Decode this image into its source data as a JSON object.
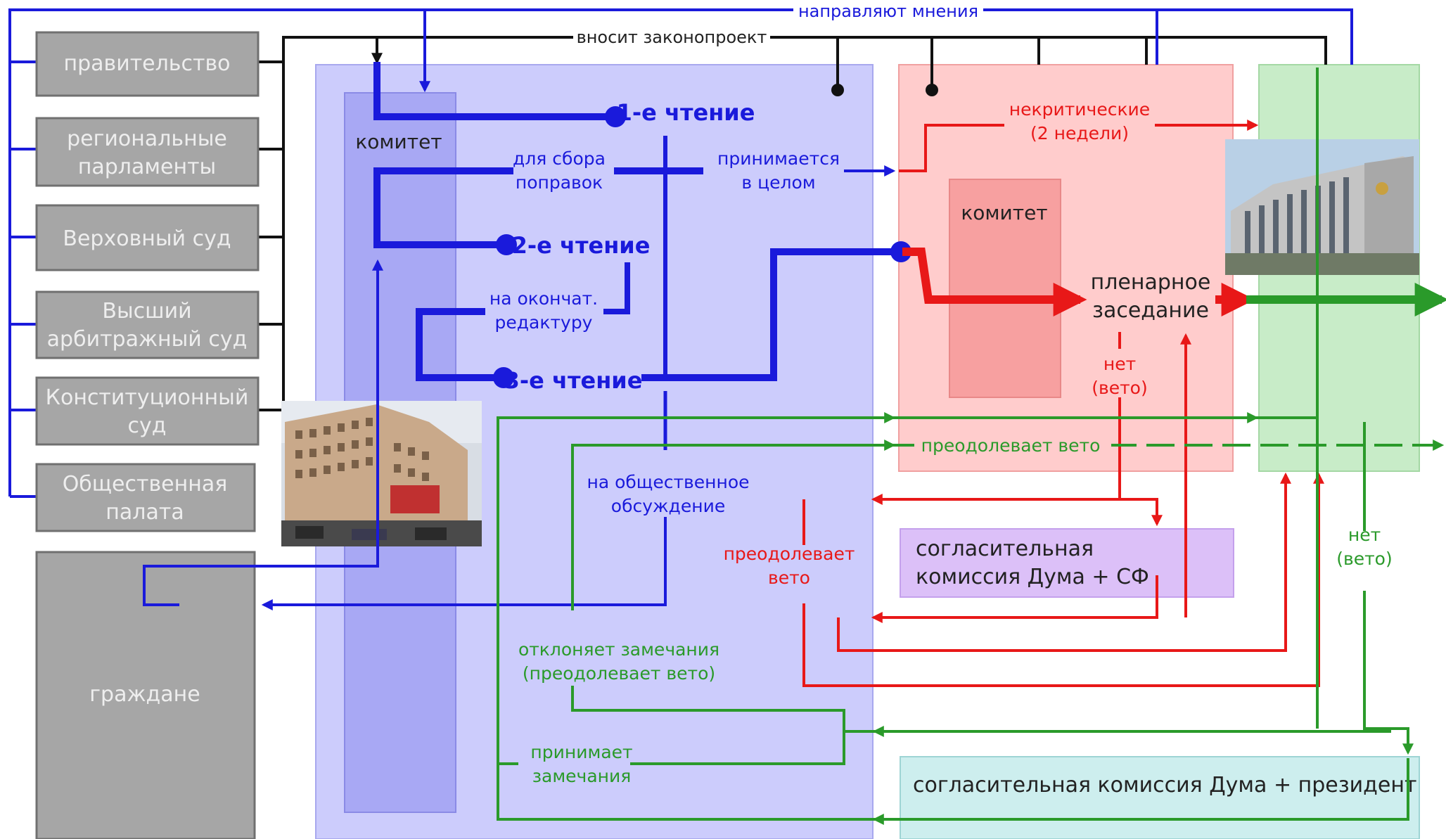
{
  "top_labels": {
    "opinions": "направляют мнения",
    "introduces": "вносит законопроект"
  },
  "subjects": [
    {
      "lines": [
        "правительство"
      ]
    },
    {
      "lines": [
        "региональные",
        "парламенты"
      ]
    },
    {
      "lines": [
        "Верховный суд"
      ]
    },
    {
      "lines": [
        "Высший",
        "арбитражный суд"
      ]
    },
    {
      "lines": [
        "Конституционный",
        "суд"
      ]
    },
    {
      "lines": [
        "Общественная",
        "палата"
      ]
    }
  ],
  "citizens": "граждане",
  "duma": {
    "committee": "комитет",
    "reading1": "1-е чтение",
    "reading2": "2-е чтение",
    "reading3": "3-е чтение",
    "amendments": [
      "для сбора",
      "поправок"
    ],
    "accepted_whole": [
      "принимается",
      "в целом"
    ],
    "final_edit": [
      "на окончат.",
      "редактуру"
    ],
    "public_discussion": [
      "на общественное",
      "обсуждение"
    ],
    "rejects_remarks": [
      "отклоняет замечания",
      "(преодолевает вето)"
    ],
    "accepts_remarks": [
      "принимает",
      "замечания"
    ]
  },
  "federation_council": {
    "noncritical": [
      "некритические",
      "(2 недели)"
    ],
    "committee": "комитет",
    "plenary": [
      "пленарное",
      "заседание"
    ],
    "no_veto": [
      "нет",
      "(вето)"
    ],
    "overrides_veto": "преодолевает вето"
  },
  "middle": {
    "overrides_veto": [
      "преодолевает",
      "вето"
    ],
    "conciliation_sf": [
      "согласительная",
      "комиссия Дума + СФ"
    ]
  },
  "president": {
    "no_veto": [
      "нет",
      "(вето)"
    ],
    "conciliation_president": "согласительная комиссия Дума + президент"
  },
  "colors": {
    "blue": "#1a1adb",
    "red": "#e81818",
    "green": "#2a9a2a",
    "black": "#111111",
    "gray_box": "#a6a6a6",
    "duma_bg": "#ccccfc",
    "committee_bg": "#a8a8f4",
    "fc_bg": "#ffcccc",
    "president_bg": "#c8ecc8",
    "conc_sf_bg": "#dcc0f8",
    "conc_pres_bg": "#cdeeee"
  },
  "pictures": [
    "state-duma-building-photo",
    "federation-council-building-photo"
  ]
}
